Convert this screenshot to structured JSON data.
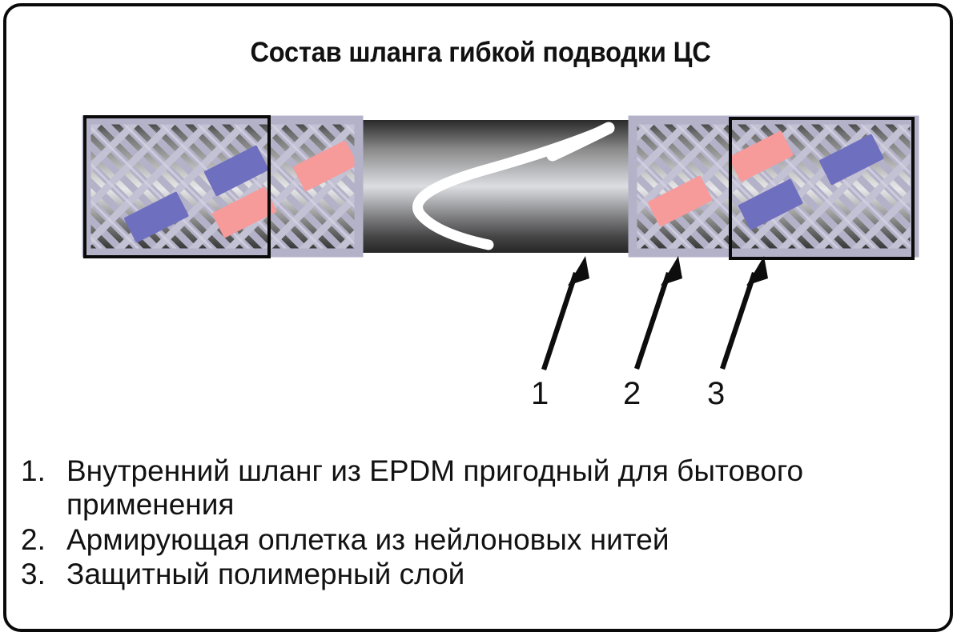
{
  "document": {
    "title": "Состав шланга гибкой подводки ЦС",
    "border_color": "#0a0a0a",
    "background_color": "#ffffff"
  },
  "diagram": {
    "name": "hose-cutaway-diagram",
    "colors": {
      "braid_strand": "#b4b2c8",
      "braid_strand_light": "#cfcddc",
      "braid_accent_blue": "#6f6fc0",
      "braid_accent_pink": "#f79a9a",
      "inner_hose_dark": "#2b2b2b",
      "inner_hose_light": "#d9dade",
      "highlight": "#ffffff",
      "arrow": "#0d0d0d",
      "bracket": "#0a0a0a"
    },
    "callouts": [
      {
        "number": "1",
        "target": "inner-hose"
      },
      {
        "number": "2",
        "target": "nylon-braid"
      },
      {
        "number": "3",
        "target": "protective-layer"
      }
    ]
  },
  "legend": {
    "items": [
      {
        "marker": "1.",
        "text": "Внутренний шланг из EPDM пригодный для бытового применения"
      },
      {
        "marker": "2.",
        "text": "Армирующая оплетка из нейлоновых нитей"
      },
      {
        "marker": "3.",
        "text": "Защитный полимерный слой"
      }
    ]
  }
}
